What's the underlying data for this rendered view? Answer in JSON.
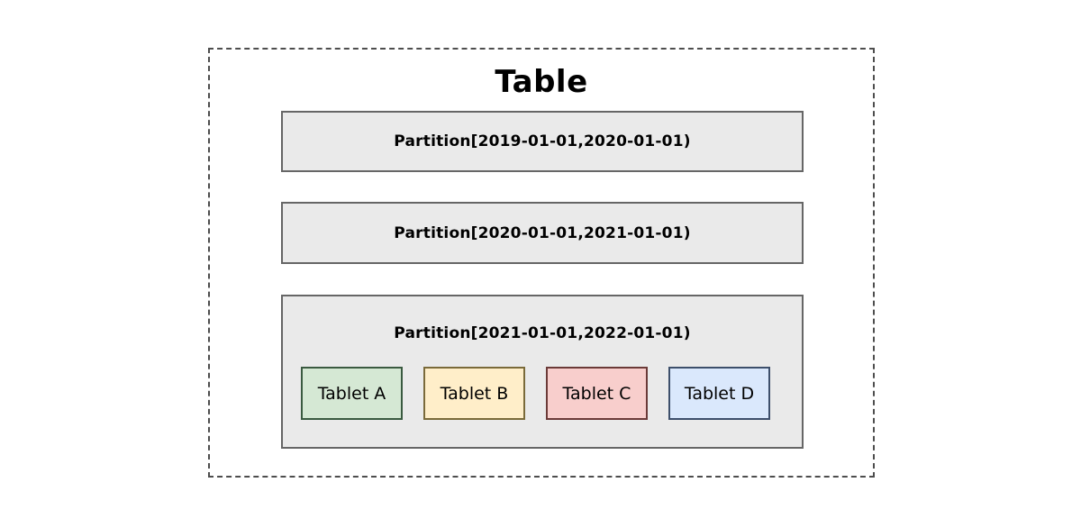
{
  "diagram": {
    "title": "Table",
    "container": {
      "border_style": "dashed",
      "border_color": "#4d4d4d",
      "fill": "#ffffff"
    },
    "partition_style": {
      "fill": "#eaeaea",
      "border_color": "#666666"
    },
    "partitions": [
      {
        "label": "Partition[2019-01-01,2020-01-01)",
        "tablets": []
      },
      {
        "label": "Partition[2020-01-01,2021-01-01)",
        "tablets": []
      },
      {
        "label": "Partition[2021-01-01,2022-01-01)",
        "tablets": [
          {
            "label": "Tablet A",
            "fill": "#d5e8d4",
            "stroke": "#3a5a40"
          },
          {
            "label": "Tablet B",
            "fill": "#ffeec9",
            "stroke": "#7a6a3a"
          },
          {
            "label": "Tablet C",
            "fill": "#f8cecc",
            "stroke": "#6b3a38"
          },
          {
            "label": "Tablet D",
            "fill": "#dae8fc",
            "stroke": "#3d4f6b"
          }
        ]
      }
    ]
  }
}
